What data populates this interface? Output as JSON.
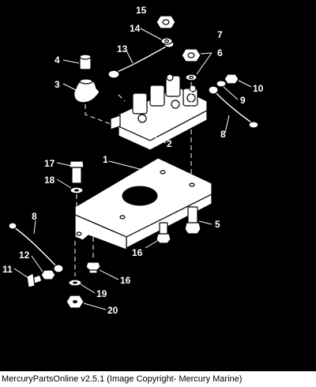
{
  "caption": "MercuryPartsOnline v2.5.1 (Image Copyright- Mercury Marine)",
  "callouts": [
    "1",
    "2",
    "3",
    "4",
    "5",
    "6",
    "7",
    "8",
    "8",
    "9",
    "10",
    "11",
    "12",
    "13",
    "14",
    "15",
    "16",
    "16",
    "17",
    "18",
    "19",
    "20"
  ],
  "colors": {
    "background": "#000000",
    "linework": "#ffffff",
    "caption_bg": "#ffffff",
    "caption_text": "#000000"
  }
}
